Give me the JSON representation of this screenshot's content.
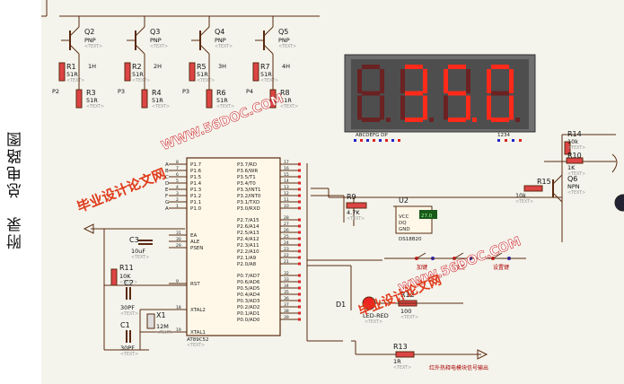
{
  "side_title": "附录　总电路图",
  "display": {
    "digits": [
      "",
      "3",
      "5.",
      "0"
    ],
    "seg_label": "ABCDEFG  DP",
    "pos_label": "1234"
  },
  "transistors": [
    {
      "ref": "Q2",
      "type": "PNP",
      "text": "<TEXT>"
    },
    {
      "ref": "Q3",
      "type": "PNP",
      "text": "<TEXT>"
    },
    {
      "ref": "Q4",
      "type": "PNP",
      "text": "<TEXT>"
    },
    {
      "ref": "Q5",
      "type": "PNP",
      "text": "<TEXT>"
    },
    {
      "ref": "Q6",
      "type": "NPN",
      "text": "<TEXT>"
    }
  ],
  "resistors_top": [
    {
      "ref": "R1",
      "value": "51R",
      "text": "<TEXT>"
    },
    {
      "ref": "R2",
      "value": "51R",
      "text": "<TEXT>"
    },
    {
      "ref": "R5",
      "value": "51R",
      "text": "<TEXT>"
    },
    {
      "ref": "R7",
      "value": "51R",
      "text": "<TEXT>"
    },
    {
      "ref": "R3",
      "value": "51R",
      "text": "<TEXT>"
    },
    {
      "ref": "R4",
      "value": "51R",
      "text": "<TEXT>"
    },
    {
      "ref": "R6",
      "value": "51R",
      "text": "<TEXT>"
    },
    {
      "ref": "R8",
      "value": "51R",
      "text": "<TEXT>"
    }
  ],
  "net_labels_top": [
    "1H",
    "2H",
    "3H",
    "4H"
  ],
  "net_labels_left": [
    "P2",
    "P3",
    "P3",
    "P4"
  ],
  "mcu": {
    "part": "AT89C52",
    "text": "<TEXT>",
    "left_pins": [
      "P1.7",
      "P1.6",
      "P1.5",
      "P1.4",
      "P1.3",
      "P1.2",
      "P1.1",
      "P1.0",
      "EA",
      "ALE",
      "PSEN",
      "RST",
      "XTAL2",
      "XTAL1"
    ],
    "right_pins": [
      "P3.7/RD",
      "P3.6/WR",
      "P3.5/T1",
      "P3.4/T0",
      "P3.3/INT1",
      "P3.2/INT0",
      "P3.1/TXD",
      "P3.0/RXD",
      "P2.7/A15",
      "P2.6/A14",
      "P2.5/A13",
      "P2.4/A12",
      "P2.3/A11",
      "P2.2/A10",
      "P2.1/A9",
      "P2.0/A8",
      "P0.7/AD7",
      "P0.6/AD6",
      "P0.5/AD5",
      "P0.4/AD4",
      "P0.3/AD3",
      "P0.2/AD2",
      "P0.1/AD1",
      "P0.0/AD0"
    ],
    "pin_numbers_left": [
      "8",
      "7",
      "6",
      "5",
      "4",
      "3",
      "2",
      "1",
      "31",
      "30",
      "29",
      "9",
      "18",
      "19"
    ],
    "pin_numbers_right": [
      "17",
      "16",
      "15",
      "14",
      "13",
      "12",
      "11",
      "10",
      "28",
      "27",
      "26",
      "25",
      "24",
      "23",
      "22",
      "21",
      "32",
      "33",
      "34",
      "35",
      "36",
      "37",
      "38",
      "39"
    ],
    "net_left": [
      "A",
      "B",
      "C",
      "D",
      "E",
      "F",
      "G",
      "A"
    ]
  },
  "sensor": {
    "ref": "U2",
    "pins": [
      "VCC",
      "DQ",
      "GND"
    ],
    "part": "DS18B20",
    "reading": "27.0"
  },
  "components": {
    "R9": {
      "ref": "R9",
      "value": "4.7K",
      "text": "<TEXT>"
    },
    "R11": {
      "ref": "R11",
      "value": "10K",
      "text": "<TEXT>"
    },
    "C3": {
      "ref": "C3",
      "value": "10uF",
      "text": "<TEXT>"
    },
    "C2": {
      "ref": "C2",
      "value": "30PF",
      "text": "<TEXT>"
    },
    "C1": {
      "ref": "C1",
      "value": "30PF",
      "text": "<TEXT>"
    },
    "X1": {
      "ref": "X1",
      "value": "12M",
      "text": "<TEXT>"
    },
    "D1": {
      "ref": "D1",
      "value": "LED-RED",
      "text": "<TEXT>"
    },
    "R12": {
      "ref": "R12",
      "value": "100",
      "text": "<TEXT>"
    },
    "R13": {
      "ref": "R13",
      "value": "1R",
      "text": "<TEXT>"
    },
    "R14": {
      "ref": "R14",
      "value": "10k",
      "text": "<TEXT>"
    },
    "R10": {
      "ref": "R10",
      "value": "1K",
      "text": "<TEXT>"
    },
    "R15": {
      "ref": "R15",
      "value": "10k",
      "text": "<TEXT>"
    }
  },
  "buttons": [
    "加键",
    "减键",
    "设置键"
  ],
  "heater_label": "红外热释电模块信号输出",
  "watermarks": {
    "cn": "毕业设计论文网",
    "url": "WWW.56DOC.COM"
  }
}
